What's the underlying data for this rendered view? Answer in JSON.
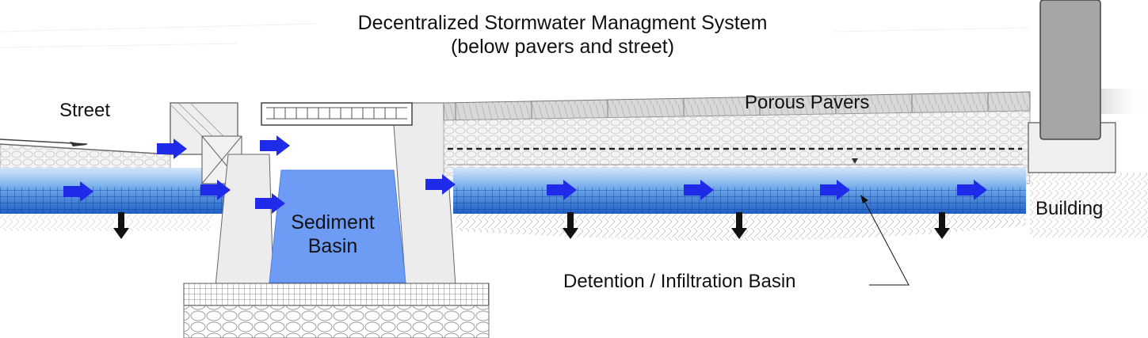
{
  "title": {
    "line1": "Decentralized Stormwater Managment System",
    "line2": "(below pavers and street)"
  },
  "labels": {
    "street": "Street",
    "porous_pavers": "Porous Pavers",
    "building": "Building",
    "sediment_line1": "Sediment",
    "sediment_line2": "Basin",
    "detention": "Detention / Infiltration Basin"
  },
  "colors": {
    "flow_arrow": "#1f2be8",
    "water_light": "#9cc8f2",
    "water_dark": "#1560c8",
    "sediment_basin": "#6e9cf5",
    "concrete": "#e6e6e6",
    "building_column": "#a6a6a6",
    "infiltration_arrow": "#111111"
  },
  "icons": [
    "flow-arrow-icon",
    "infiltration-arrow-icon"
  ]
}
